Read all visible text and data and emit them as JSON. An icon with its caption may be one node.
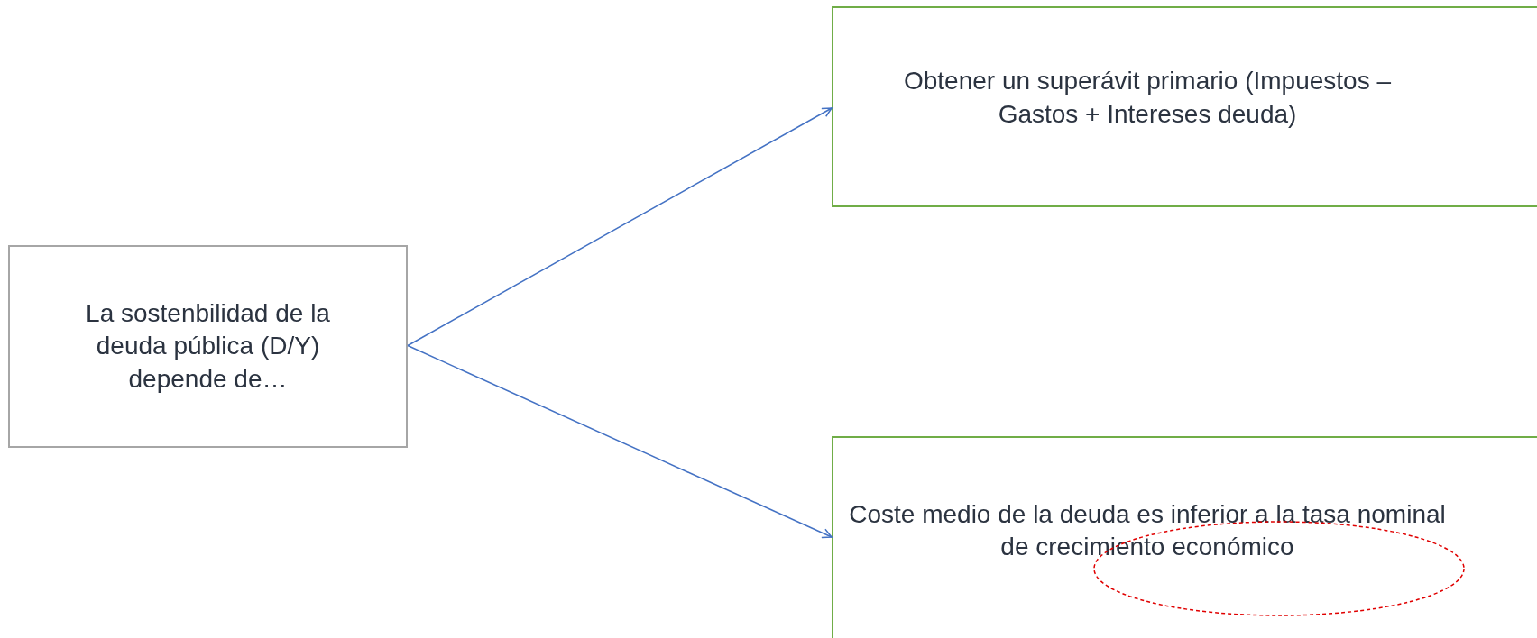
{
  "diagram": {
    "nodes": [
      {
        "text": [
          "La sostenbilidad de la deuda pública (D/Y) depende de…"
        ]
      },
      {
        "text": [
          "Obtener un superávit primario (Impuestos – Gastos + Intereses deuda)"
        ]
      },
      {
        "text": [
          "Coste medio de la deuda es inferior a la tasa nominal de crecimiento económico"
        ]
      }
    ],
    "edges": [
      {
        "from": 0,
        "to": 1,
        "arrow": "to"
      },
      {
        "from": 0,
        "to": 2,
        "arrow": "to"
      }
    ]
  }
}
